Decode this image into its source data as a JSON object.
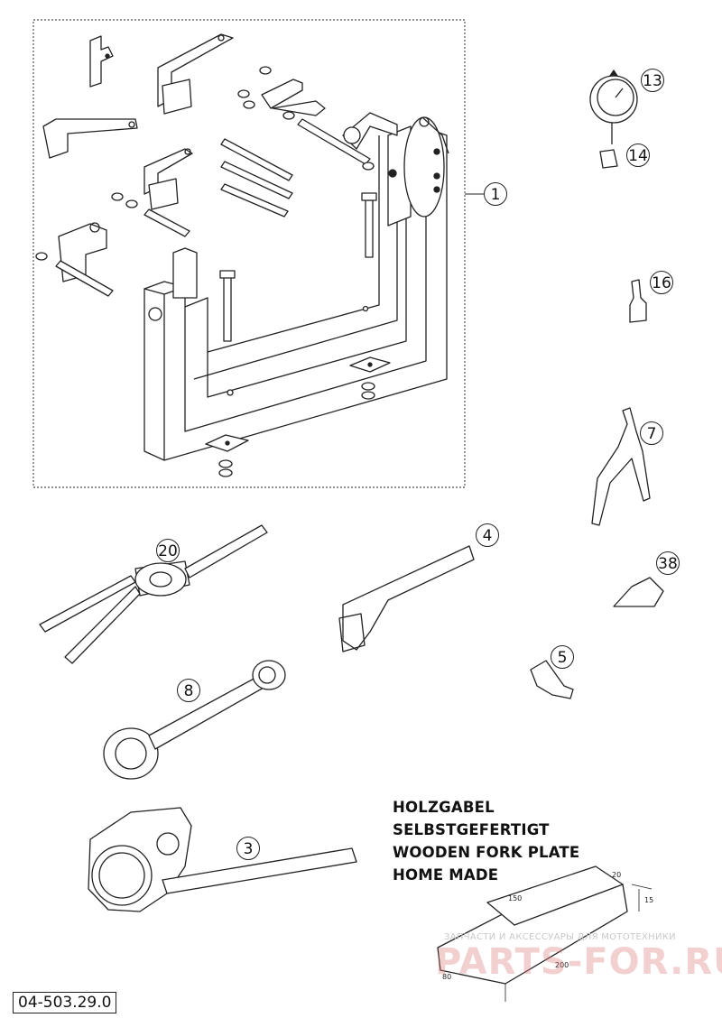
{
  "diagram_code": "04-503.29.0",
  "callouts": [
    {
      "label": "1",
      "item": "engine-stand"
    },
    {
      "label": "13",
      "item": "dial-gauge"
    },
    {
      "label": "14",
      "item": "gauge-adapter"
    },
    {
      "label": "16",
      "item": "locking-compound"
    },
    {
      "label": "7",
      "item": "circlip-pliers"
    },
    {
      "label": "38",
      "item": "small-tool"
    },
    {
      "label": "20",
      "item": "clutch-holder"
    },
    {
      "label": "4",
      "item": "pin-wrench"
    },
    {
      "label": "5",
      "item": "puller-bolt"
    },
    {
      "label": "8",
      "item": "holding-spanner"
    },
    {
      "label": "3",
      "item": "sprocket-holder"
    }
  ],
  "wooden_fork_note": {
    "lines": [
      "HOLZGABEL",
      "SELBSTGEFERTIGT",
      "WOODEN FORK PLATE",
      "HOME MADE"
    ],
    "dimensions": [
      "150",
      "20",
      "15",
      "200",
      "80"
    ]
  },
  "watermark": {
    "tagline": "ЗАПЧАСТИ И АКСЕССУАРЫ ДЛЯ МОТОТЕХНИКИ",
    "logo": "PARTS-FOR.RU"
  }
}
